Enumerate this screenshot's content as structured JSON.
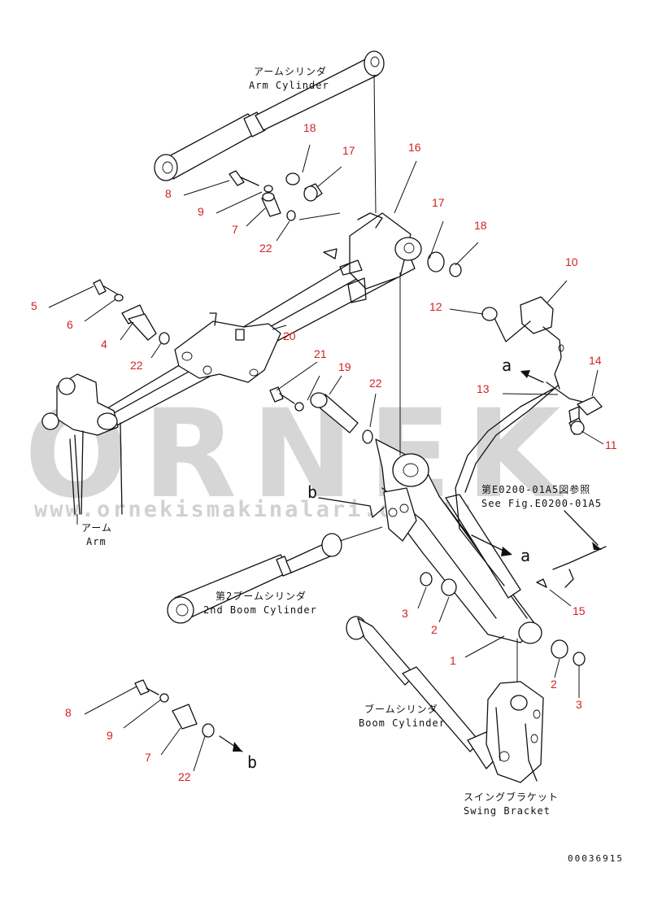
{
  "watermark": {
    "brand": "ÖRNEK",
    "url": "www.ornekismakinalari.com.tr",
    "accent": "#f2a900"
  },
  "labels": {
    "arm_cylinder_jp": "アームシリンダ",
    "arm_cylinder_en": "Arm Cylinder",
    "arm_jp": "アーム",
    "arm_en": "Arm",
    "boom2_jp": "第2ブームシリンダ",
    "boom2_en": "2nd Boom Cylinder",
    "boom_jp": "ブームシリンダ",
    "boom_en": "Boom Cylinder",
    "swing_jp": "スイングブラケット",
    "swing_en": "Swing Bracket",
    "see_fig_jp": "第E0200-01A5図参照",
    "see_fig_en": "See Fig.E0200-01A5",
    "ref_a": "a",
    "ref_b": "b",
    "drawing_code": "00036915"
  },
  "callouts": {
    "c1": "1",
    "c2a": "2",
    "c2b": "2",
    "c3a": "3",
    "c3b": "3",
    "c4": "4",
    "c5": "5",
    "c6": "6",
    "c7a": "7",
    "c7b": "7",
    "c8a": "8",
    "c8b": "8",
    "c9a": "9",
    "c9b": "9",
    "c10": "10",
    "c11": "11",
    "c12": "12",
    "c13": "13",
    "c14": "14",
    "c15": "15",
    "c16": "16",
    "c17a": "17",
    "c17b": "17",
    "c18a": "18",
    "c18b": "18",
    "c19": "19",
    "c20": "20",
    "c21": "21",
    "c22a": "22",
    "c22b": "22",
    "c22c": "22",
    "c22d": "22"
  }
}
